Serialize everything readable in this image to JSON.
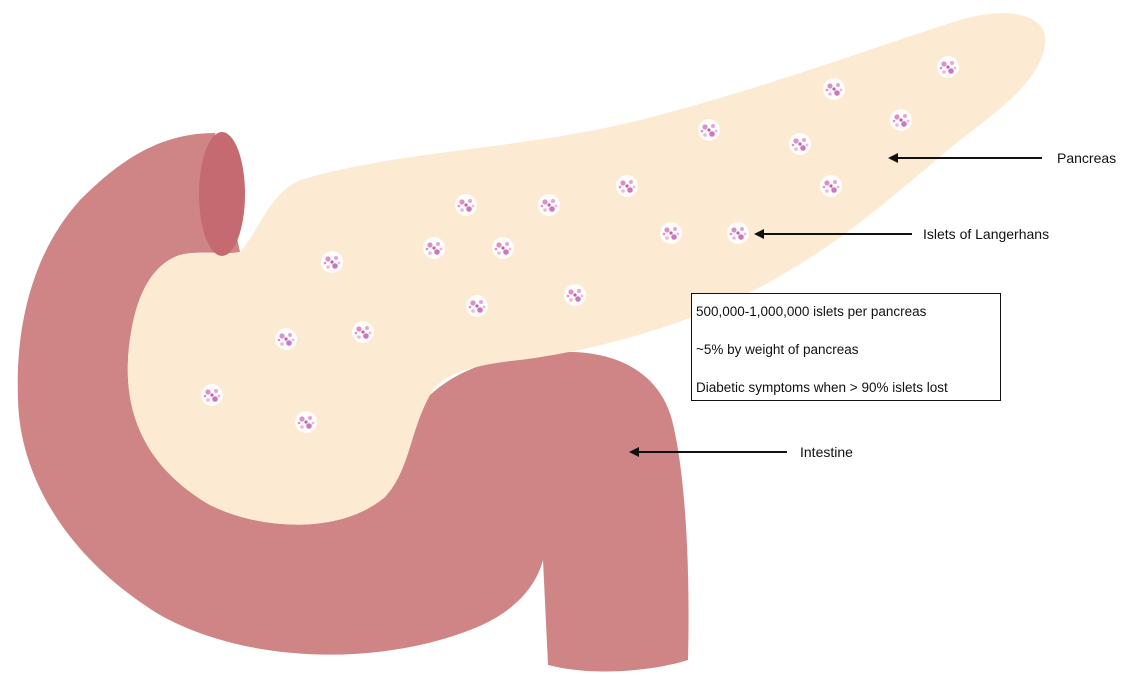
{
  "labels": {
    "pancreas": "Pancreas",
    "islets": "Islets of Langerhans",
    "intestine": "Intestine"
  },
  "info_box": {
    "lines": [
      "500,000-1,000,000 islets per pancreas",
      "~5% by weight of pancreas",
      "Diabetic symptoms when > 90% islets lost"
    ]
  },
  "colors": {
    "intestine": "#cf8585",
    "intestine_opening": "#c56a70",
    "pancreas": "#fdead3",
    "islet": "#d98fd0",
    "arrow": "#111111"
  }
}
